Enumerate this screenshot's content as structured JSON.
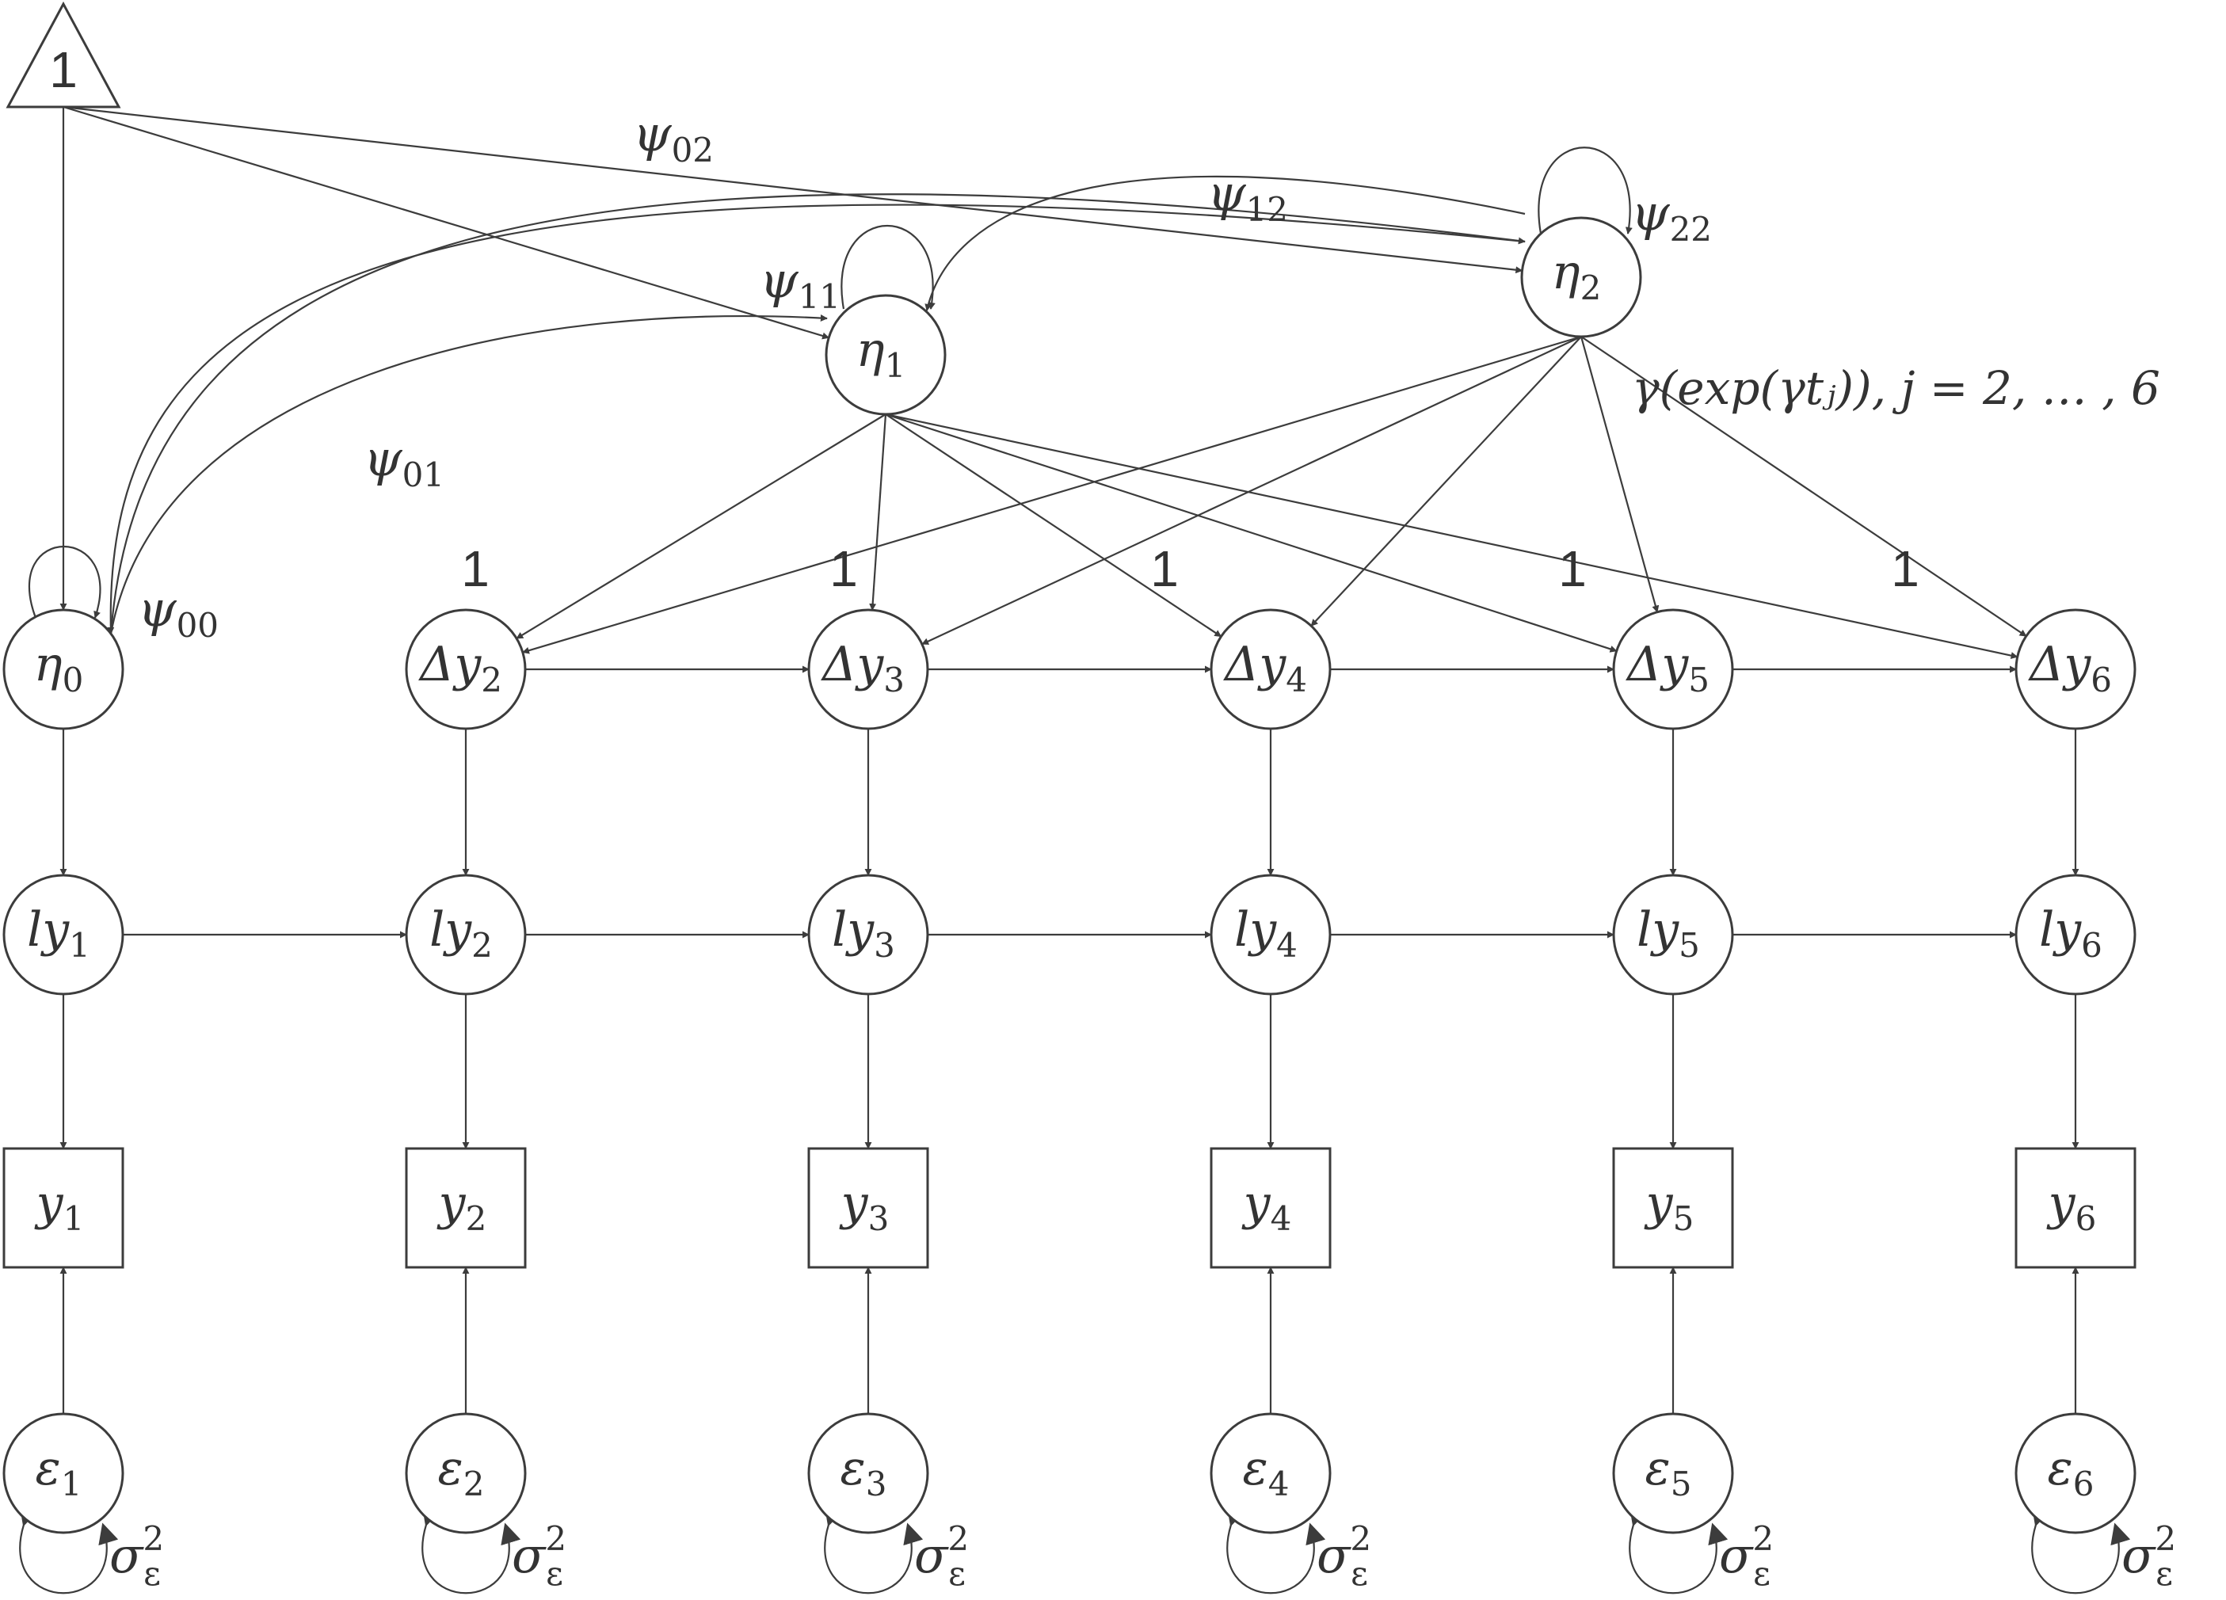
{
  "constant": {
    "label": "1"
  },
  "nodes": {
    "eta0": {
      "base": "η",
      "sub": "0"
    },
    "eta1": {
      "base": "η",
      "sub": "1"
    },
    "eta2": {
      "base": "η",
      "sub": "2"
    },
    "dy": [
      {
        "base": "Δy",
        "sub": "2"
      },
      {
        "base": "Δy",
        "sub": "3"
      },
      {
        "base": "Δy",
        "sub": "4"
      },
      {
        "base": "Δy",
        "sub": "5"
      },
      {
        "base": "Δy",
        "sub": "6"
      }
    ],
    "ly": [
      {
        "base": "ly",
        "sub": "1"
      },
      {
        "base": "ly",
        "sub": "2"
      },
      {
        "base": "ly",
        "sub": "3"
      },
      {
        "base": "ly",
        "sub": "4"
      },
      {
        "base": "ly",
        "sub": "5"
      },
      {
        "base": "ly",
        "sub": "6"
      }
    ],
    "y": [
      {
        "base": "y",
        "sub": "1"
      },
      {
        "base": "y",
        "sub": "2"
      },
      {
        "base": "y",
        "sub": "3"
      },
      {
        "base": "y",
        "sub": "4"
      },
      {
        "base": "y",
        "sub": "5"
      },
      {
        "base": "y",
        "sub": "6"
      }
    ],
    "eps": [
      {
        "base": "ε",
        "sub": "1"
      },
      {
        "base": "ε",
        "sub": "2"
      },
      {
        "base": "ε",
        "sub": "3"
      },
      {
        "base": "ε",
        "sub": "4"
      },
      {
        "base": "ε",
        "sub": "5"
      },
      {
        "base": "ε",
        "sub": "6"
      }
    ]
  },
  "labels": {
    "psi00": {
      "base": "ψ",
      "sub": "00"
    },
    "psi01": {
      "base": "ψ",
      "sub": "01"
    },
    "psi02": {
      "base": "ψ",
      "sub": "02"
    },
    "psi11": {
      "base": "ψ",
      "sub": "11"
    },
    "psi12": {
      "base": "ψ",
      "sub": "12"
    },
    "psi22": {
      "base": "ψ",
      "sub": "22"
    },
    "loading_one": "1",
    "formula": "γ(exp(γtⱼ)), j = 2, … , 6",
    "residual_variance": {
      "base": "σ",
      "sup": "2",
      "sub": "ε"
    }
  }
}
